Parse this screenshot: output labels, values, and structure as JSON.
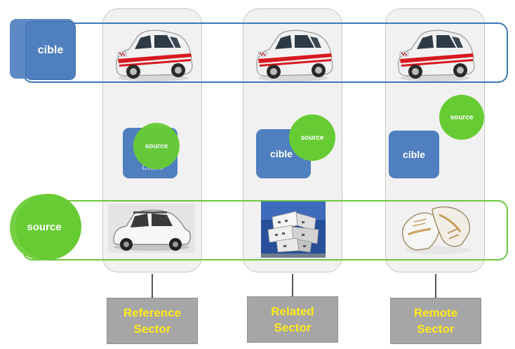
{
  "legend": {
    "cible_label": "cible",
    "source_label": "source"
  },
  "columns": [
    {
      "key": "reference",
      "sector_line1": "Reference",
      "sector_line2": "Sector",
      "cible_label": "cible",
      "source_label": "source",
      "target_image": "white-red-striped-small-car",
      "source_image": "vintage-white-small-car"
    },
    {
      "key": "related",
      "sector_line1": "Related",
      "sector_line2": "Sector",
      "cible_label": "cible",
      "source_label": "source",
      "target_image": "white-red-striped-small-car",
      "source_image": "white-modular-building"
    },
    {
      "key": "remote",
      "sector_line1": "Remote",
      "sector_line2": "Sector",
      "cible_label": "cible",
      "source_label": "source",
      "target_image": "white-red-striped-small-car",
      "source_image": "white-gold-sneakers"
    }
  ],
  "colors": {
    "cible_blue": "#4f7fbf",
    "source_green": "#67cc33",
    "target_row_border": "#3c78b8",
    "source_row_border": "#6cc63e",
    "sector_box": "#a6a6a6",
    "sector_text": "#ffea1a"
  }
}
